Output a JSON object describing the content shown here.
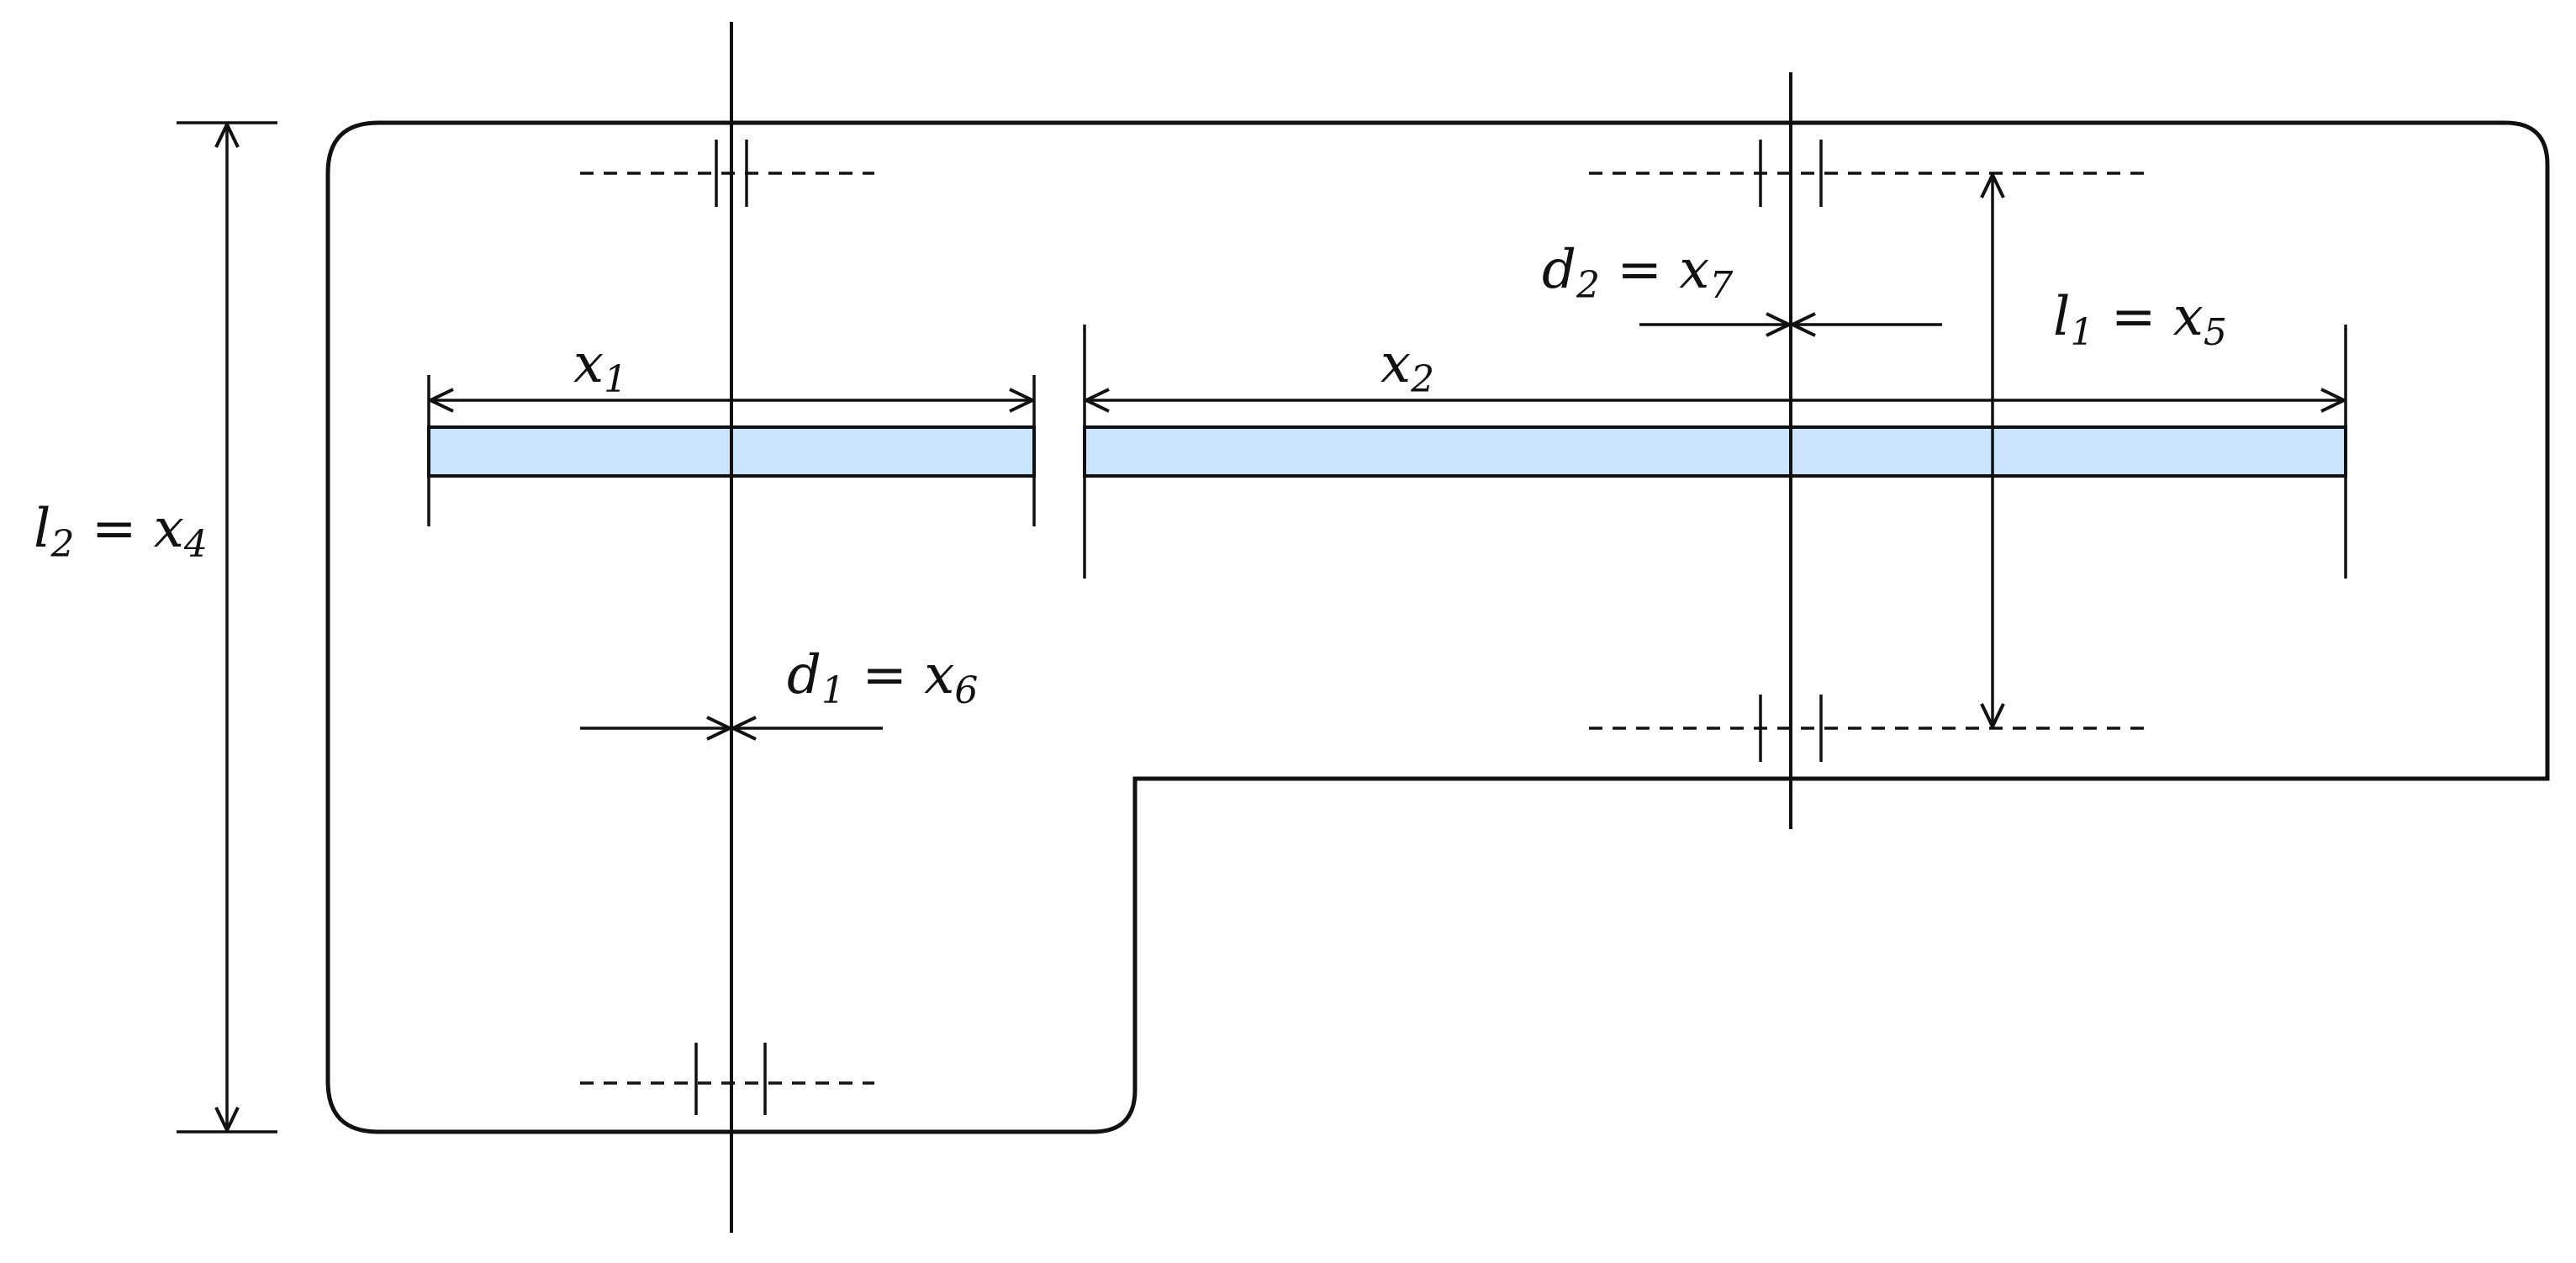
{
  "colors": {
    "stroke": "#111111",
    "gear_fill": "#cce5ff",
    "background": "#ffffff"
  },
  "labels": {
    "x1": {
      "base": "x",
      "sub": "1"
    },
    "x2": {
      "base": "x",
      "sub": "2"
    },
    "l1": {
      "lhs_base": "l",
      "lhs_sub": "1",
      "eq": " = ",
      "rhs_base": "x",
      "rhs_sub": "5"
    },
    "l2": {
      "lhs_base": "l",
      "lhs_sub": "2",
      "eq": " = ",
      "rhs_base": "x",
      "rhs_sub": "4"
    },
    "d1": {
      "lhs_base": "d",
      "lhs_sub": "1",
      "eq": " = ",
      "rhs_base": "x",
      "rhs_sub": "6"
    },
    "d2": {
      "lhs_base": "d",
      "lhs_sub": "2",
      "eq": " = ",
      "rhs_base": "x",
      "rhs_sub": "7"
    }
  }
}
